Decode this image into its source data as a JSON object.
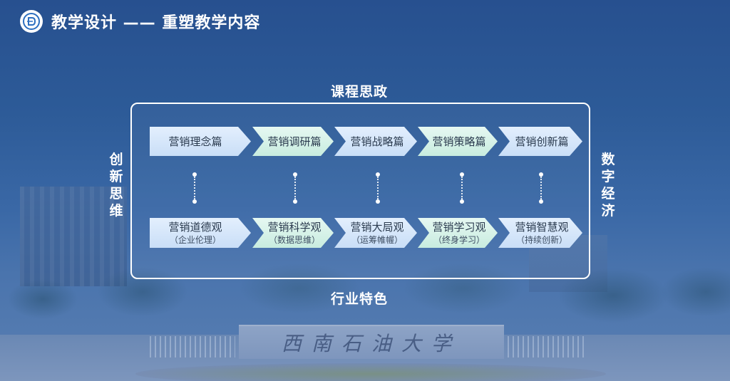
{
  "header": {
    "title": "教学设计 —— 重塑教学内容",
    "logo_icon": "university-logo-icon"
  },
  "labels": {
    "top": "课程思政",
    "bottom": "行业特色",
    "left": "创新思维",
    "right": "数字经济"
  },
  "row1": [
    {
      "label": "营销理念篇"
    },
    {
      "label": "营销调研篇"
    },
    {
      "label": "营销战略篇"
    },
    {
      "label": "营销策略篇"
    },
    {
      "label": "营销创新篇"
    }
  ],
  "row2": [
    {
      "label": "营销道德观",
      "sub": "（企业伦理）"
    },
    {
      "label": "营销科学观",
      "sub": "（数据思维）"
    },
    {
      "label": "营销大局观",
      "sub": "（运筹帷幄）"
    },
    {
      "label": "营销学习观",
      "sub": "（终身学习）"
    },
    {
      "label": "营销智慧观",
      "sub": "（持续创新）"
    }
  ],
  "background": {
    "sign_text": "西南石油大学"
  },
  "colors": {
    "accent_blue": "#c9def7",
    "accent_mint": "#c8ecdf",
    "background": "#2d5b98"
  }
}
